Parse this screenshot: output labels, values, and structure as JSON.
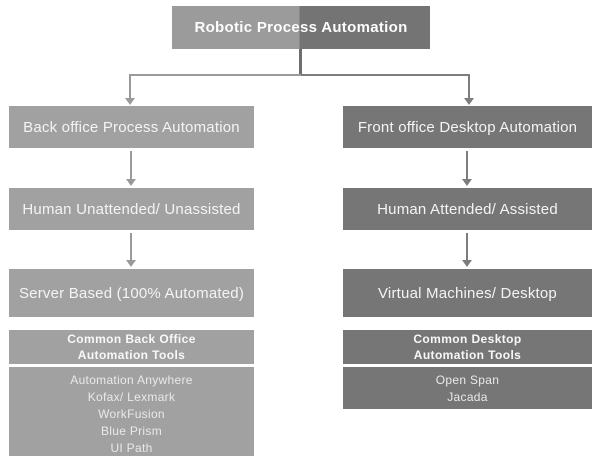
{
  "title": "Robotic Process Automation",
  "columns": {
    "back_office": {
      "levels": [
        "Back office Process Automation",
        "Human Unattended/ Unassisted",
        "Server Based (100% Automated)"
      ],
      "tools_header": "Common Back Office\nAutomation Tools",
      "tools": [
        "Automation Anywhere",
        "Kofax/ Lexmark",
        "WorkFusion",
        "Blue Prism",
        "UI Path"
      ]
    },
    "front_office": {
      "levels": [
        "Front office Desktop Automation",
        "Human Attended/ Assisted",
        "Virtual Machines/ Desktop"
      ],
      "tools_header": "Common Desktop\nAutomation Tools",
      "tools": [
        "Open Span",
        "Jacada"
      ]
    }
  },
  "colors": {
    "title-left": "#9b9b9b",
    "title-right": "#747474",
    "left-box": "#a1a1a1",
    "right-box": "#767676",
    "connector-left": "#9a9a9a",
    "connector-right": "#7d7d7d",
    "stem": "#6e6e6e",
    "label-text": "#f4f4f4",
    "list-text": "#e9e9e9",
    "background": "#ffffff"
  }
}
